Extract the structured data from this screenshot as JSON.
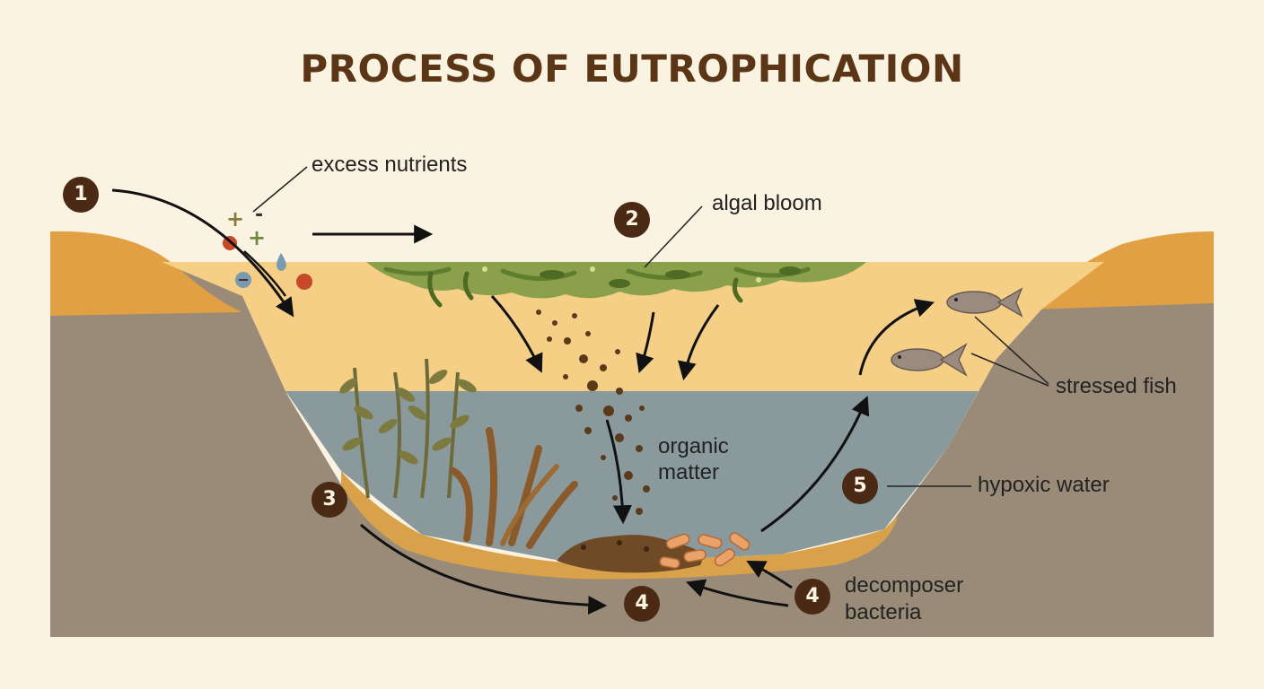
{
  "title": "PROCESS OF EUTROPHICATION",
  "steps": {
    "s1": "1",
    "s2": "2",
    "s3": "3",
    "s4a": "4",
    "s4b": "4",
    "s5": "5"
  },
  "labels": {
    "excess_nutrients": "excess nutrients",
    "algal_bloom": "algal bloom",
    "organic_matter_1": "organic",
    "organic_matter_2": "matter",
    "stressed_fish": "stressed fish",
    "hypoxic_water": "hypoxic water",
    "decomposer_1": "decomposer",
    "decomposer_2": "bacteria"
  },
  "colors": {
    "background": "#fbf3e2",
    "title": "#5a3616",
    "badge": "#4a2a14",
    "soil": "#9a8a78",
    "bank_top": "#e2a044",
    "surface_water": "#f4cf85",
    "deep_water": "#8a9a9c",
    "algae": "#8aa04a",
    "sediment": "#d9a24a"
  }
}
